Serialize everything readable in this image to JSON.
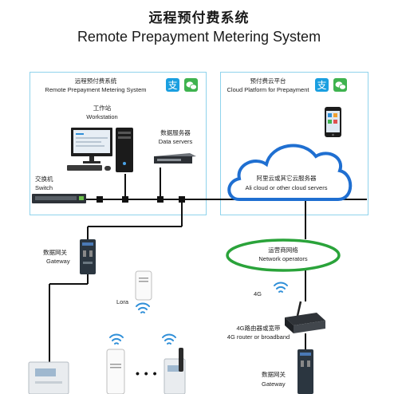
{
  "title": {
    "cn": "远程预付费系统",
    "en": "Remote Prepayment Metering System"
  },
  "left_panel": {
    "title_cn": "远程预付费系统",
    "title_en": "Remote Prepayment Metering System"
  },
  "right_panel": {
    "title_cn": "预付费云平台",
    "title_en": "Cloud Platform for Prepayment"
  },
  "nodes": {
    "workstation": {
      "cn": "工作站",
      "en": "Workstation"
    },
    "data_servers": {
      "cn": "数据服务器",
      "en": "Data servers"
    },
    "switch": {
      "cn": "交换机",
      "en": "Switch"
    },
    "cloud": {
      "cn": "阿里云或其它云服务器",
      "en": "Ali cloud or other cloud servers"
    },
    "network_operators": {
      "cn": "运营商网络",
      "en": "Network operators"
    },
    "gateway_left": {
      "cn": "数据网关",
      "en": "Gateway"
    },
    "lora": {
      "label": "Lora"
    },
    "fourg": {
      "label": "4G"
    },
    "router": {
      "cn": "4G路由器或宽带",
      "en": "4G router or broadband"
    },
    "gateway_right": {
      "cn": "数据网关",
      "en": "Gateway"
    },
    "ellipsis": "• • •"
  },
  "icons": {
    "alipay_text": "支",
    "alipay_color": "#1a9fe0",
    "wechat_color": "#3fb34f"
  },
  "colors": {
    "panel_border": "#8fd3ec",
    "cloud_border": "#1f6fd1",
    "operator_ring": "#2aa33a",
    "wifi": "#2f8fd8",
    "line": "#111111"
  }
}
